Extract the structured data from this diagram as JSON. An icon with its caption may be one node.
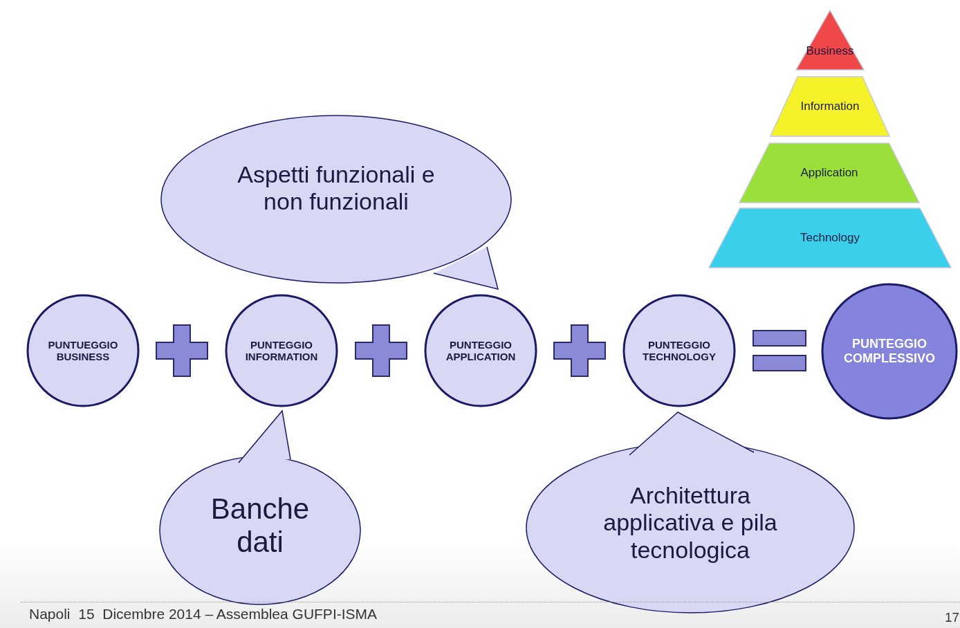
{
  "diagram": {
    "nodes": [
      {
        "text": [
          "Business"
        ]
      },
      {
        "text": [
          "Information"
        ]
      },
      {
        "text": [
          "Application"
        ]
      },
      {
        "text": [
          "Technology"
        ]
      },
      {
        "text": [
          "PUNTUEGGIO BUSINESS"
        ]
      },
      {
        "text": [
          "PUNTEGGIO INFORMATION"
        ]
      },
      {
        "text": [
          "PUNTEGGIO APPLICATION"
        ]
      },
      {
        "text": [
          "PUNTEGGIO TECHNOLOGY"
        ]
      },
      {
        "text": [
          "PUNTEGGIO COMPLESSIVO"
        ]
      },
      {
        "text": [
          "Aspetti funzionali e non funzionali"
        ]
      },
      {
        "text": [
          "Banche dati"
        ]
      },
      {
        "text": [
          "Architettura applicativa e pila tecnologica"
        ]
      }
    ],
    "labels": [
      "Napoli  15  Dicembre 2014 – Assemblea GUFPI-ISMA",
      "17"
    ]
  }
}
